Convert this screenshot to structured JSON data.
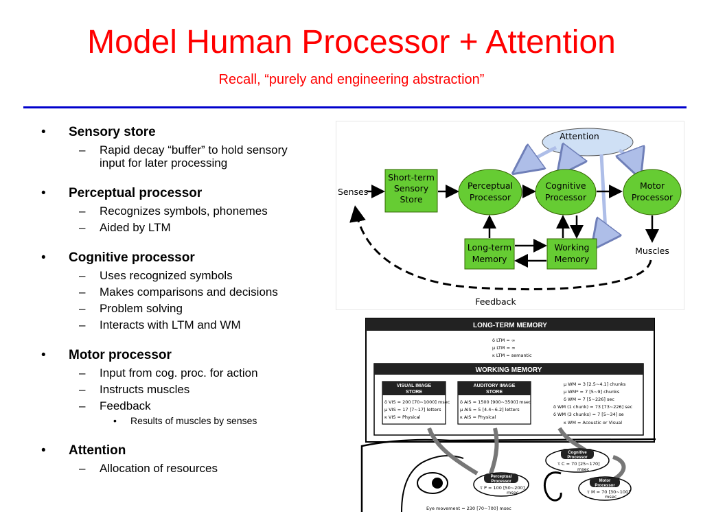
{
  "slide": {
    "title": "Model Human Processor + Attention",
    "subtitle": "Recall, “purely and engineering abstraction”"
  },
  "bullets": [
    {
      "label": "Sensory store",
      "subs": [
        {
          "text": "Rapid decay “buffer” to hold sensory input for later processing"
        }
      ]
    },
    {
      "label": "Perceptual processor",
      "subs": [
        {
          "text": "Recognizes symbols, phonemes"
        },
        {
          "text": "Aided by LTM"
        }
      ]
    },
    {
      "label": "Cognitive processor",
      "subs": [
        {
          "text": "Uses recognized symbols"
        },
        {
          "text": "Makes comparisons and decisions"
        },
        {
          "text": "Problem solving"
        },
        {
          "text": "Interacts with LTM and WM"
        }
      ]
    },
    {
      "label": "Motor processor",
      "subs": [
        {
          "text": "Input from cog. proc. for action"
        },
        {
          "text": "Instructs muscles"
        },
        {
          "text": "Feedback"
        }
      ],
      "subsub": "Results of muscles by senses"
    },
    {
      "label": "Attention",
      "subs": [
        {
          "text": "Allocation of resources"
        }
      ]
    }
  ],
  "diagram": {
    "attention": "Attention",
    "senses": "Senses",
    "sensory_store_lines": [
      "Short-term",
      "Sensory",
      "Store"
    ],
    "perceptual_lines": [
      "Perceptual",
      "Processor"
    ],
    "cognitive_lines": [
      "Cognitive",
      "Processor"
    ],
    "motor_lines": [
      "Motor",
      "Processor"
    ],
    "ltm_lines": [
      "Long-term",
      "Memory"
    ],
    "wm_lines": [
      "Working",
      "Memory"
    ],
    "muscles": "Muscles",
    "feedback": "Feedback",
    "colors": {
      "green": "#66cc33",
      "box_border": "#336600",
      "cloud": "#cfe0f5",
      "arrow_blue": "#aebee8"
    }
  },
  "mhp_figure": {
    "ltm_header": "LONG-TERM MEMORY",
    "ltm_lines": [
      "δ LTM = ∞",
      "μ LTM = ∞",
      "κ LTM = semantic"
    ],
    "wm_header": "WORKING MEMORY",
    "vis_title": [
      "VISUAL IMAGE",
      "STORE"
    ],
    "vis_lines": [
      "δ VIS = 200 [70~1000] msec",
      "μ VIS = 17 [7~17] letters",
      "κ VIS = Physical"
    ],
    "ais_title": [
      "AUDITORY IMAGE",
      "STORE"
    ],
    "ais_lines": [
      "δ AIS = 1500 [900~3500] msec",
      "μ AIS = 5 [4.4~6.2] letters",
      "κ AIS = Physical"
    ],
    "wm_lines": [
      "μ WM = 3 [2.5~4.1] chunks",
      "μ WM* = 7 [5~9] chunks",
      "δ WM = 7 [5~226] sec",
      "δ WM (1 chunk) = 73 [73~226] sec",
      "δ WM (3 chunks) = 7 [5~34] se",
      "κ WM = Acoustic or Visual"
    ],
    "cog_title": [
      "Cognitive",
      "Processor"
    ],
    "cog_value": "τ C = 70 [25~170]",
    "cog_unit": "msec",
    "perc_title": [
      "Perceptual",
      "Processor"
    ],
    "perc_value": "τ P = 100 [50~200]",
    "perc_unit": "msec",
    "motor_title": [
      "Motor",
      "Processor"
    ],
    "motor_value": "τ M = 70 [30~100]",
    "motor_unit": "msec",
    "eye_movement": "Eye movement = 230 [70~700] msec"
  }
}
